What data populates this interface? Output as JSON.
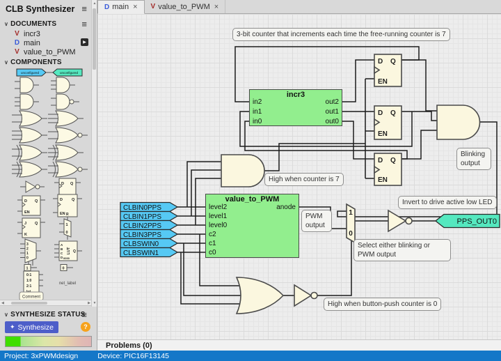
{
  "sidebar": {
    "title": "CLB Synthesizer",
    "documents": {
      "header": "DOCUMENTS",
      "items": [
        {
          "icon_letter": "V",
          "label": "incr3"
        },
        {
          "icon_letter": "D",
          "label": "main",
          "has_run_badge": true
        },
        {
          "icon_letter": "V",
          "label": "value_to_PWM"
        }
      ]
    },
    "components": {
      "header": "COMPONENTS",
      "items": [
        "input-pin",
        "output-pin",
        "and2-gate",
        "and3-gate",
        "and3-gate-alt",
        "nand-gate",
        "or2-gate",
        "or3-gate",
        "or3-gate-alt",
        "nor-gate",
        "xor2-gate",
        "xor3-gate",
        "xor3-gate-alt",
        "xnor-gate",
        "not-gate",
        "d-flipflop",
        "d-flipflop-en",
        "d-flipflop-en-r",
        "jk-flipflop",
        "mux-2to1",
        "mux-4to1",
        "lut",
        "const-one",
        "const-zero",
        "truth-table",
        "net-label",
        "comment"
      ],
      "glyphs": {
        "pin": "unconfigured",
        "d": "D",
        "q": "Q",
        "en": "EN",
        "r": "R",
        "j": "J",
        "k": "K",
        "one": "1",
        "zero": "0",
        "lut": "LUT",
        "lut_init": "0000",
        "mux_ins": [
          "3",
          "2",
          "1",
          "0"
        ],
        "table_lines": [
          "0:1",
          "1:0",
          "2:1",
          "lut"
        ],
        "net": "net_label",
        "comment": "Comment"
      }
    },
    "synthesize": {
      "header": "SYNTHESIZE STATUS",
      "button": "Synthesize",
      "help": "?"
    }
  },
  "tabs": [
    {
      "icon_letter": "D",
      "label": "main",
      "close": "×",
      "active": true
    },
    {
      "icon_letter": "V",
      "label": "value_to_PWM",
      "close": "×",
      "active": false
    }
  ],
  "canvas": {
    "notes": {
      "counter": "3-bit counter that increments each time the free-running counter is 7",
      "high7": "High when counter is 7",
      "blinking": "Blinking output",
      "pwm": "PWM output",
      "invert": "Invert to drive active low LED",
      "select": "Select either blinking or PWM output",
      "button0": "High when button-push counter is 0"
    },
    "blocks": {
      "incr3": {
        "title": "incr3",
        "inputs": [
          "in2",
          "in1",
          "in0"
        ],
        "outputs": [
          "out2",
          "out1",
          "out0"
        ]
      },
      "value": {
        "title": "value_to_PWM",
        "inputs": [
          "level2",
          "level1",
          "level0",
          "c2",
          "c1",
          "c0"
        ],
        "outputs": [
          "anode"
        ]
      }
    },
    "input_pins": [
      "CLBIN0PPS",
      "CLBIN1PPS",
      "CLBIN2PPS",
      "CLBIN3PPS",
      "CLBSWIN0",
      "CLBSWIN1"
    ],
    "output_pin": "PPS_OUT0",
    "dff": {
      "d": "D",
      "q": "Q",
      "en": "EN"
    },
    "mux": {
      "one": "1",
      "zero": "0"
    }
  },
  "problems": {
    "label": "Problems (0)"
  },
  "statusbar": {
    "project": "Project: 3xPWMdesign",
    "device": "Device: PIC16F13145"
  },
  "colors": {
    "accent_blue": "#1477C8",
    "button_indigo": "#4D5EC9",
    "help_orange": "#F6A21C",
    "block_green": "#92EE8E",
    "pin_cyan": "#56C9F4",
    "pin_mint": "#55E8BF",
    "gate_cream": "#FBF7DF"
  },
  "glyphs": {
    "hamburger": "≡",
    "chevron": "∨",
    "run": "▶",
    "synth_icon": "✦",
    "scroll_up": "▲",
    "scroll_down": "▼",
    "scroll_left": "◀",
    "scroll_right": "▶"
  }
}
